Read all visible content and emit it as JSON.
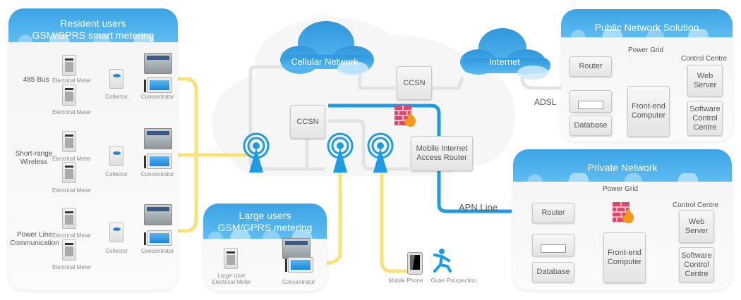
{
  "resident": {
    "title_line1": "Resident users",
    "title_line2": "GSM/GPRS smart metering",
    "groups": [
      {
        "label": "485 Bus",
        "meter1": "Electrical Meter",
        "meter2": "Electrical Meter",
        "collector": "Collector",
        "concentrator": "Concentrator"
      },
      {
        "label": "Short-range Wireless",
        "meter1": "Electrical Meter",
        "meter2": "Electrical Meter",
        "collector": "Collector",
        "concentrator": "Concentrator"
      },
      {
        "label": "Power Line Communication",
        "meter1": "Electrical Meter",
        "meter2": "Electrical Meter",
        "collector": "Collector",
        "concentrator": "Concentrator"
      }
    ]
  },
  "large": {
    "title_line1": "Large users",
    "title_line2": "GSM/GPRS metering",
    "meter": "Large User Electrical Meter",
    "concentrator": "Concentrator"
  },
  "cellular": {
    "cloud_label": "Cellular Network",
    "ccsn_top": "CCSN",
    "ccsn_mid": "CCSN",
    "router": "Mobile Internet Access Router"
  },
  "internet": {
    "cloud_label": "Internet",
    "adsl": "ADSL"
  },
  "apn_line": "APN Line",
  "mobile": {
    "phone": "Mobile Phone",
    "outer": "Outer Prospection"
  },
  "public": {
    "title": "Public Network Solution",
    "power_grid": "Power Grid",
    "control_centre": "Control Centre",
    "router": "Router",
    "database": "Database",
    "frontend": "Front-end Computer",
    "web_server": "Web Server",
    "software": "Software Control Centre"
  },
  "private": {
    "title": "Private Network",
    "power_grid": "Power Grid",
    "control_centre": "Control Centre",
    "router": "Router",
    "database": "Database",
    "frontend": "Front-end Computer",
    "web_server": "Web Server",
    "software": "Software Control Centre"
  },
  "colors": {
    "blue": "#1e9be2",
    "yellow": "#f9e27a",
    "grey_wire": "#e3e3e3"
  }
}
